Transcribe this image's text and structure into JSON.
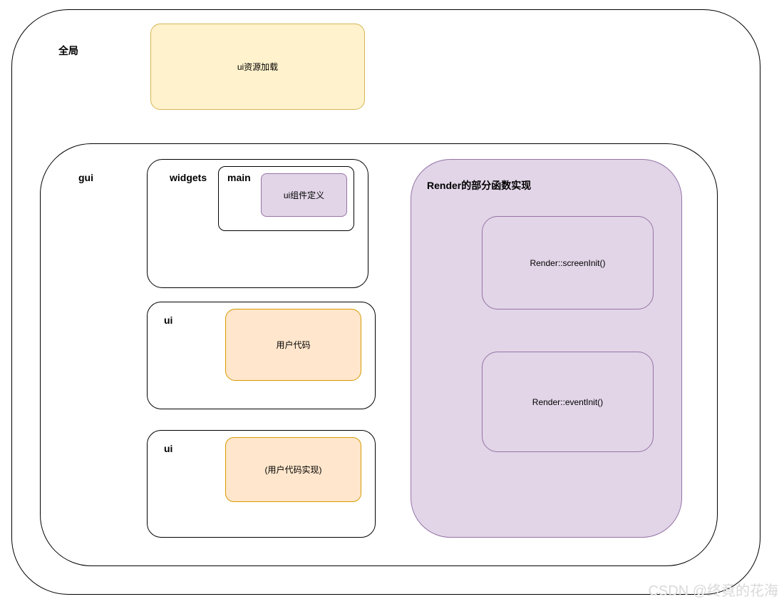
{
  "global": {
    "label": "全局",
    "resource_node": "ui资源加载"
  },
  "gui": {
    "label": "gui",
    "widgets": {
      "label": "widgets",
      "main": {
        "label": "main",
        "node": "ui组件定义"
      }
    },
    "ui_1": {
      "label": "ui",
      "node": "用户代码"
    },
    "ui_2": {
      "label": "ui",
      "node": "(用户代码实现)"
    },
    "render": {
      "label": "Render的部分函数实现",
      "screen_init": "Render::screenInit()",
      "event_init": "Render::eventInit()"
    }
  },
  "watermark": "CSDN @终竟的花海",
  "colors": {
    "yellow_fill": "#fff2cc",
    "yellow_stroke": "#d6b656",
    "orange_fill": "#ffe6cc",
    "orange_stroke": "#d79b00",
    "purple_fill": "#e1d5e7",
    "purple_stroke": "#9673a6"
  }
}
